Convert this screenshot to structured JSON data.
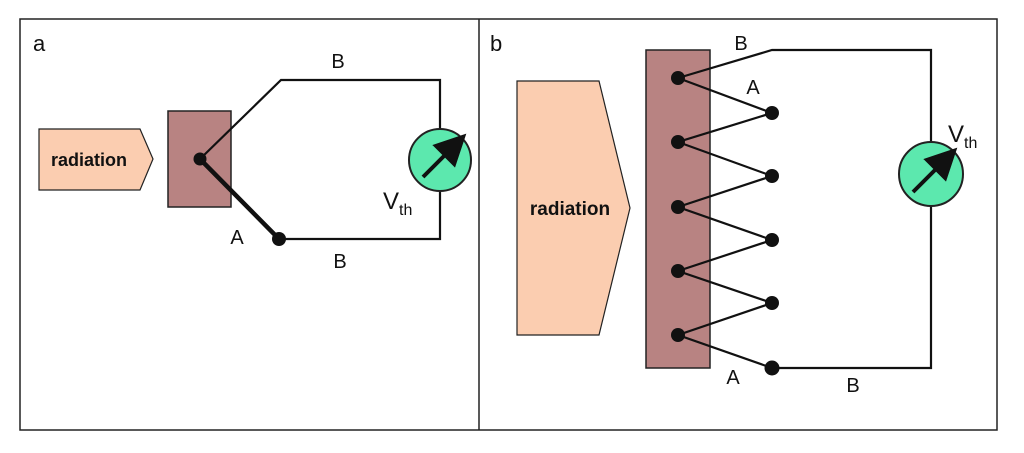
{
  "panels": [
    {
      "id": "a",
      "label": "a",
      "radiation_label": "radiation",
      "wire_labels": {
        "top": "B",
        "bottom": "B",
        "junction": "A"
      },
      "meter_label": {
        "main": "V",
        "sub": "th"
      }
    },
    {
      "id": "b",
      "label": "b",
      "radiation_label": "radiation",
      "wire_labels": {
        "top_b": "B",
        "top_a": "A",
        "bottom_a": "A",
        "bottom_b": "B"
      },
      "meter_label": {
        "main": "V",
        "sub": "th"
      }
    }
  ],
  "colors": {
    "radiation_fill": "#fbcdb0",
    "absorber_fill": "#b88382",
    "meter_fill": "#5ce8ae",
    "wire": "#111111",
    "frame": "#222222"
  },
  "icons": {
    "meter": "voltmeter-icon",
    "radiation": "radiation-arrow-icon"
  }
}
